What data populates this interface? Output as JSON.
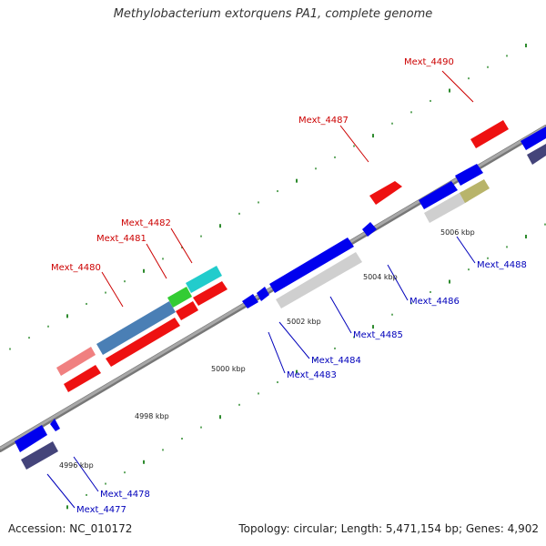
{
  "title": "Methylobacterium extorquens PA1, complete genome",
  "footer": {
    "accession": "Accession: NC_010172",
    "summary": "Topology: circular; Length: 5,471,154 bp; Genes: 4,902"
  },
  "colors": {
    "backbone": "#9b9b9b",
    "tick": "#2e8b2e",
    "label_red": "#cc0000",
    "label_blue": "#0000bb",
    "red": "#ff0000",
    "blue": "#0000ff",
    "pink": "#f08080",
    "steel": "#4a7fb5",
    "green": "#33cc33",
    "cyan": "#22cccc",
    "navy": "#44447a",
    "grey": "#cfcfcf",
    "olive": "#b8b46a"
  },
  "scale_labels": [
    "4996 kbp",
    "4998 kbp",
    "5000 kbp",
    "5002 kbp",
    "5004 kbp",
    "5006 kbp"
  ],
  "gene_labels": [
    {
      "text": "Mext_4490",
      "strand": "forward"
    },
    {
      "text": "Mext_4487",
      "strand": "forward"
    },
    {
      "text": "Mext_4482",
      "strand": "forward"
    },
    {
      "text": "Mext_4481",
      "strand": "forward"
    },
    {
      "text": "Mext_4480",
      "strand": "forward"
    },
    {
      "text": "Mext_4488",
      "strand": "reverse"
    },
    {
      "text": "Mext_4486",
      "strand": "reverse"
    },
    {
      "text": "Mext_4485",
      "strand": "reverse"
    },
    {
      "text": "Mext_4484",
      "strand": "reverse"
    },
    {
      "text": "Mext_4483",
      "strand": "reverse"
    },
    {
      "text": "Mext_4478",
      "strand": "reverse"
    },
    {
      "text": "Mext_4477",
      "strand": "reverse"
    }
  ]
}
